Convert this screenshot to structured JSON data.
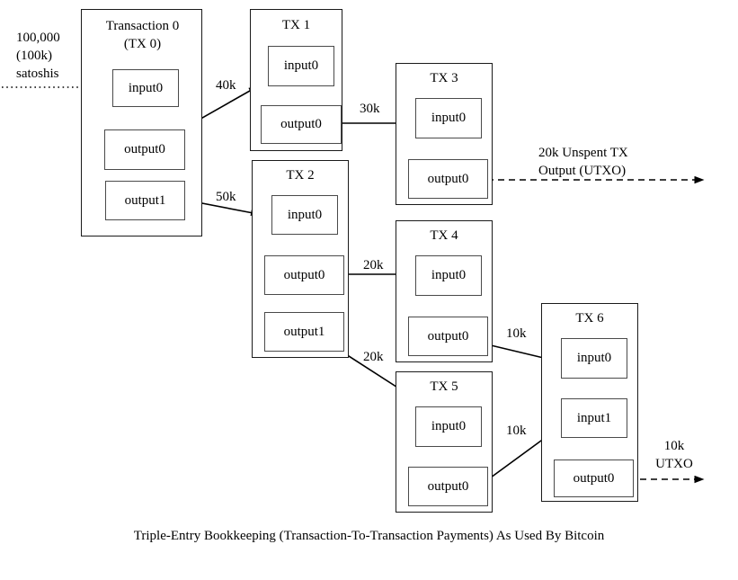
{
  "diagram": {
    "caption": "Triple-Entry Bookkeeping (Transaction-To-Transaction Payments) As Used By Bitcoin",
    "source_label": "100,000\n(100k)\nsatoshis",
    "utxo_note_top": "20k Unspent TX\nOutput (UTXO)",
    "utxo_note_bottom": "10k\nUTXO",
    "colors": {
      "stroke": "#1a1a1a",
      "inner_stroke": "#4a4a4a",
      "background": "#ffffff",
      "text": "#000000"
    },
    "transactions": [
      {
        "id": "tx0",
        "title": "Transaction 0\n(TX 0)",
        "slots": [
          {
            "name": "input0",
            "kind": "input"
          },
          {
            "name": "output0",
            "kind": "output"
          },
          {
            "name": "output1",
            "kind": "output"
          }
        ]
      },
      {
        "id": "tx1",
        "title": "TX 1",
        "slots": [
          {
            "name": "input0",
            "kind": "input"
          },
          {
            "name": "output0",
            "kind": "output"
          }
        ]
      },
      {
        "id": "tx2",
        "title": "TX 2",
        "slots": [
          {
            "name": "input0",
            "kind": "input"
          },
          {
            "name": "output0",
            "kind": "output"
          },
          {
            "name": "output1",
            "kind": "output"
          }
        ]
      },
      {
        "id": "tx3",
        "title": "TX 3",
        "slots": [
          {
            "name": "input0",
            "kind": "input"
          },
          {
            "name": "output0",
            "kind": "output"
          }
        ]
      },
      {
        "id": "tx4",
        "title": "TX 4",
        "slots": [
          {
            "name": "input0",
            "kind": "input"
          },
          {
            "name": "output0",
            "kind": "output"
          }
        ]
      },
      {
        "id": "tx5",
        "title": "TX 5",
        "slots": [
          {
            "name": "input0",
            "kind": "input"
          },
          {
            "name": "output0",
            "kind": "output"
          }
        ]
      },
      {
        "id": "tx6",
        "title": "TX 6",
        "slots": [
          {
            "name": "input0",
            "kind": "input"
          },
          {
            "name": "input1",
            "kind": "input"
          },
          {
            "name": "output0",
            "kind": "output"
          }
        ]
      }
    ],
    "flows": [
      {
        "id": "flow-source-tx0",
        "label": "",
        "amount": "100k",
        "style": "dotted",
        "from": "external",
        "to": "tx0.input0"
      },
      {
        "id": "flow-tx0-tx1",
        "label": "40k",
        "style": "solid",
        "from": "tx0.output0",
        "to": "tx1.input0"
      },
      {
        "id": "flow-tx0-tx2",
        "label": "50k",
        "style": "solid",
        "from": "tx0.output1",
        "to": "tx2.input0"
      },
      {
        "id": "flow-tx1-tx3",
        "label": "30k",
        "style": "solid",
        "from": "tx1.output0",
        "to": "tx3.input0"
      },
      {
        "id": "flow-tx2-tx4",
        "label": "20k",
        "style": "solid",
        "from": "tx2.output0",
        "to": "tx4.input0"
      },
      {
        "id": "flow-tx2-tx5",
        "label": "20k",
        "style": "solid",
        "from": "tx2.output1",
        "to": "tx5.input0"
      },
      {
        "id": "flow-tx4-tx6",
        "label": "10k",
        "style": "solid",
        "from": "tx4.output0",
        "to": "tx6.input0"
      },
      {
        "id": "flow-tx5-tx6",
        "label": "10k",
        "style": "solid",
        "from": "tx5.output0",
        "to": "tx6.input1"
      },
      {
        "id": "flow-tx3-utxo",
        "label": "",
        "style": "dashed",
        "from": "tx3.output0",
        "to": "external"
      },
      {
        "id": "flow-tx6-utxo",
        "label": "",
        "style": "dashed",
        "from": "tx6.output0",
        "to": "external"
      }
    ],
    "labels": {
      "l40k": "40k",
      "l50k": "50k",
      "l30k": "30k",
      "l20k_a": "20k",
      "l20k_b": "20k",
      "l10k_a": "10k",
      "l10k_b": "10k"
    }
  }
}
